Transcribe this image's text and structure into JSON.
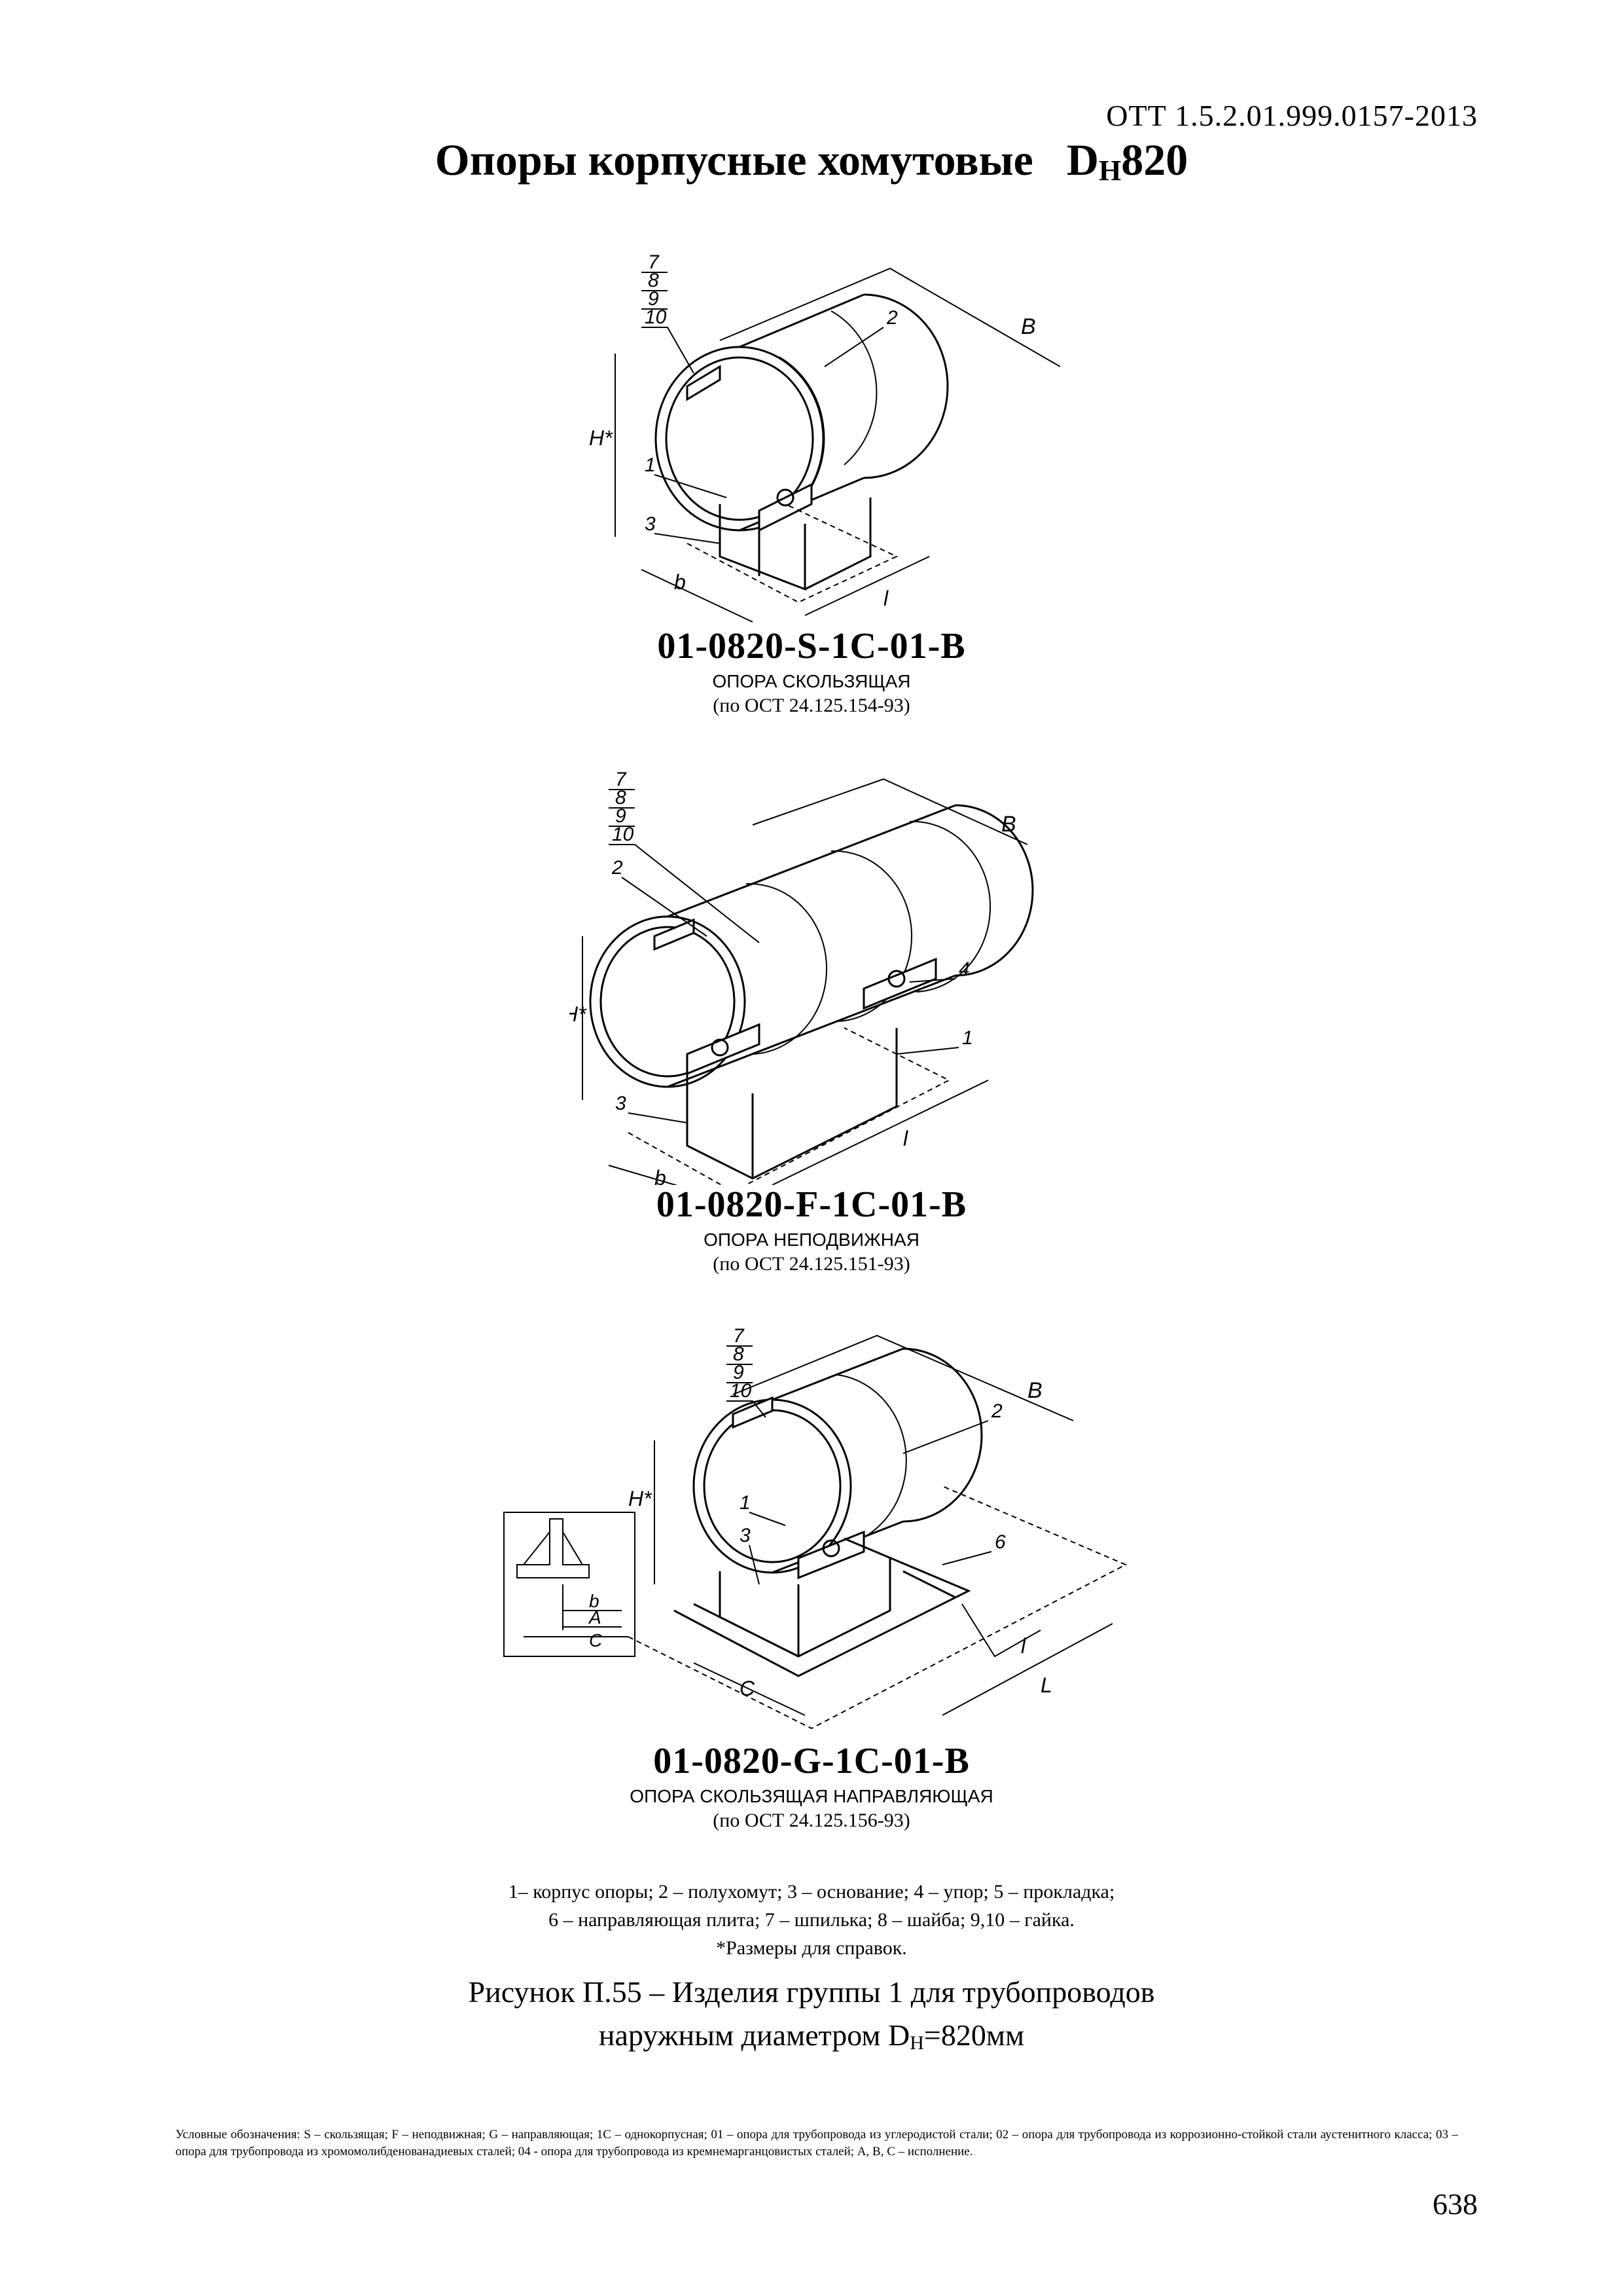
{
  "header": {
    "doc_code": "ОТТ 1.5.2.01.999.0157-2013",
    "title_main": "Опоры корпусные хомутовые",
    "title_symbol": "D",
    "title_subscript": "Н",
    "title_value": "820"
  },
  "figures": [
    {
      "code": "01-0820-S-1C-01-B",
      "name": "ОПОРА СКОЛЬЗЯЩАЯ",
      "standard": "(по ОСТ 24.125.154-93)",
      "callouts": [
        "7",
        "8",
        "9",
        "10",
        "2",
        "1",
        "3",
        "B",
        "H*",
        "b",
        "l"
      ]
    },
    {
      "code": "01-0820-F-1C-01-B",
      "name": "ОПОРА НЕПОДВИЖНАЯ",
      "standard": "(по ОСТ 24.125.151-93)",
      "callouts": [
        "7",
        "8",
        "9",
        "10",
        "2",
        "4",
        "1",
        "3",
        "B",
        "H*",
        "b",
        "l"
      ]
    },
    {
      "code": "01-0820-G-1C-01-B",
      "name": "ОПОРА СКОЛЬЗЯЩАЯ НАПРАВЛЯЮЩАЯ",
      "standard": "(по ОСТ 24.125.156-93)",
      "callouts": [
        "7",
        "8",
        "9",
        "10",
        "2",
        "1",
        "3",
        "6",
        "B",
        "H*",
        "C",
        "l",
        "L",
        "b",
        "A"
      ]
    }
  ],
  "legend": {
    "line1": "1– корпус опоры; 2 – полухомут; 3 – основание; 4 – упор; 5 – прокладка;",
    "line2": "6 – направляющая плита; 7 – шпилька; 8 – шайба; 9,10 – гайка.",
    "line3": "*Размеры для справок."
  },
  "caption": {
    "line1": "Рисунок П.55 – Изделия группы 1 для трубопроводов",
    "line2_prefix": "наружным диаметром D",
    "line2_subscript": "Н",
    "line2_suffix": "=820мм"
  },
  "notes": "Условные обозначения: S – скользящая; F – неподвижная; G – направляющая; 1C – однокорпусная; 01 – опора для трубопровода из углеродистой стали; 02 – опора для трубопровода из коррозионно-стойкой стали аустенитного класса; 03 – опора для трубопровода из хромомолибденованадиевых сталей; 04 - опора для трубопровода из кремнемарганцовистых сталей; A, B, C – исполнение.",
  "page_number": "638"
}
